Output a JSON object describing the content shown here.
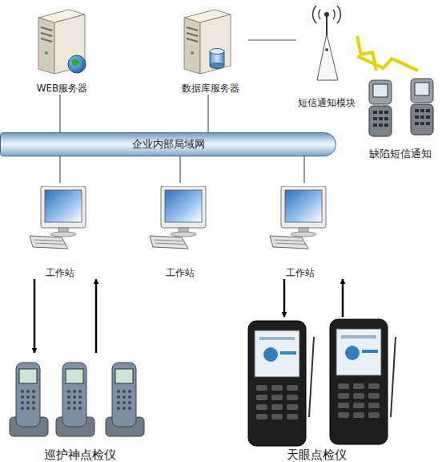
{
  "diagram": {
    "nodes": [
      {
        "text": [
          "WEB服务器"
        ]
      },
      {
        "text": [
          "数据库服务器"
        ]
      },
      {
        "text": [
          "短信通知模块"
        ]
      },
      {
        "text": [
          "缺陷短信通知"
        ]
      },
      {
        "text": [
          "企业内部局域网"
        ]
      },
      {
        "text": [
          "工作站"
        ]
      },
      {
        "text": [
          "工作站"
        ]
      },
      {
        "text": [
          "工作站"
        ]
      },
      {
        "text": [
          "巡护神点检仪"
        ]
      },
      {
        "text": [
          "天眼点检仪"
        ]
      }
    ],
    "edges": [
      {
        "from": 0,
        "to": 4,
        "arrow": "none"
      },
      {
        "from": 1,
        "to": 4,
        "arrow": "none"
      },
      {
        "from": 1,
        "to": 2,
        "arrow": "none"
      },
      {
        "from": 2,
        "to": 3,
        "arrow": "none"
      },
      {
        "from": 2,
        "to": 3,
        "arrow": "none"
      },
      {
        "from": 4,
        "to": 5,
        "arrow": "none"
      },
      {
        "from": 4,
        "to": 6,
        "arrow": "none"
      },
      {
        "from": 4,
        "to": 7,
        "arrow": "none"
      },
      {
        "from": 5,
        "to": 8,
        "arrow": "to"
      },
      {
        "from": 8,
        "to": 5,
        "arrow": "to"
      },
      {
        "from": 7,
        "to": 9,
        "arrow": "to"
      },
      {
        "from": 9,
        "to": 7,
        "arrow": "to"
      }
    ]
  }
}
